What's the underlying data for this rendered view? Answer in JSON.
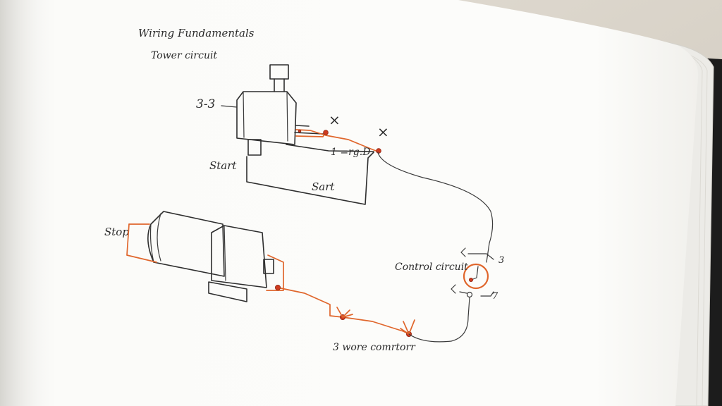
{
  "notes": {
    "title": "Wiring Fundamentals",
    "subtitle": "Tower circuit"
  },
  "labels": {
    "motor_label": "3-3",
    "start_left": "Start",
    "start_loop": "Sart",
    "relay_label": "1 =rg.D",
    "stop": "Stop",
    "control_circuit": "Control circuit",
    "ctrl_top_right": "3",
    "ctrl_bottom_right": "7",
    "connector": "3 wore comrtorr",
    "cross_a": "×",
    "cross_b": "×"
  },
  "colors": {
    "paper": "#fbfbf9",
    "ink": "#2e2e2e",
    "red_wire": "#e0662c",
    "dot": "#cf3b1f",
    "cover": "#1c1c1c",
    "desk": "#d9d3c9"
  },
  "icons": [
    "upper-motor-icon",
    "lower-motor-icon",
    "control-circuit-symbol-icon",
    "wire-terminal-icon"
  ]
}
